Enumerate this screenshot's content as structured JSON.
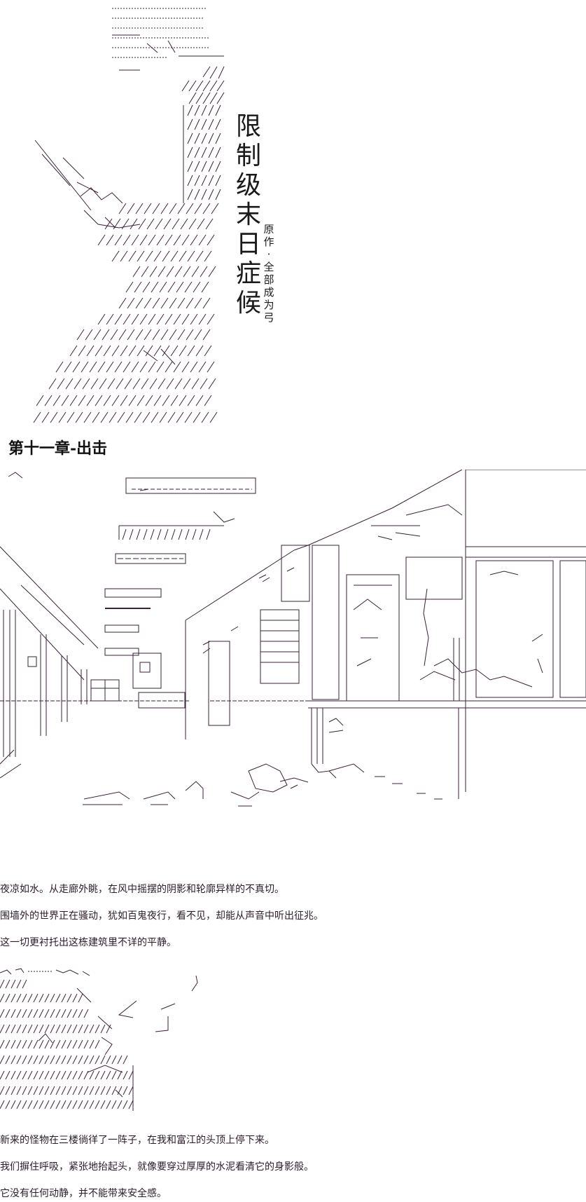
{
  "cover": {
    "title_chars": [
      "限",
      "制",
      "级",
      "末",
      "日",
      "症",
      "候"
    ],
    "credit_chars": [
      "原",
      "作",
      "·",
      "全",
      "部",
      "成",
      "为",
      "弓"
    ]
  },
  "chapter": {
    "title": "第十一章-出击"
  },
  "paragraphs": [
    "夜凉如水。从走廊外眺，在风中摇摆的阴影和轮廓异样的不真切。",
    "围墙外的世界正在骚动，犹如百鬼夜行，看不见，却能从声音中听出征兆。",
    "这一切更衬托出这栋建筑里不详的平静。",
    "新来的怪物在三楼徜徉了一阵子，在我和富江的头顶上停下来。",
    "我们摒住呼吸，紧张地抬起头，就像要穿过厚厚的水泥看清它的身影般。",
    "它没有任何动静，并不能带来安全感。"
  ],
  "colors": {
    "art_stroke": "#3a2238",
    "text": "#2b1c2a"
  }
}
